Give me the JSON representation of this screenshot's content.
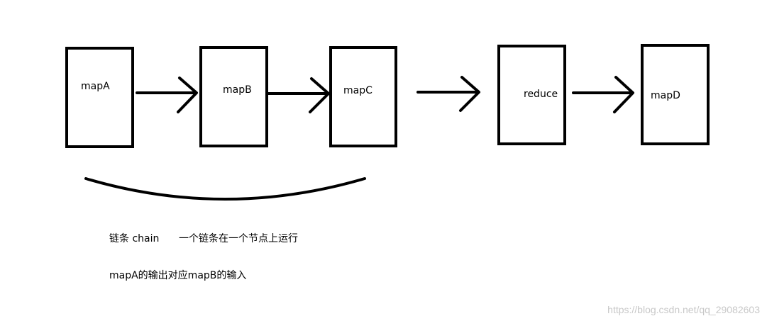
{
  "nodes": [
    {
      "id": "mapA",
      "label": "mapA"
    },
    {
      "id": "mapB",
      "label": "mapB"
    },
    {
      "id": "mapC",
      "label": "mapC"
    },
    {
      "id": "reduce",
      "label": "reduce"
    },
    {
      "id": "mapD",
      "label": "mapD"
    }
  ],
  "notes": {
    "chain_term": "链条 chain",
    "chain_desc": "一个链条在一个节点上运行",
    "io_desc": "mapA的输出对应mapB的输入"
  },
  "watermark": "https://blog.csdn.net/qq_29082603"
}
